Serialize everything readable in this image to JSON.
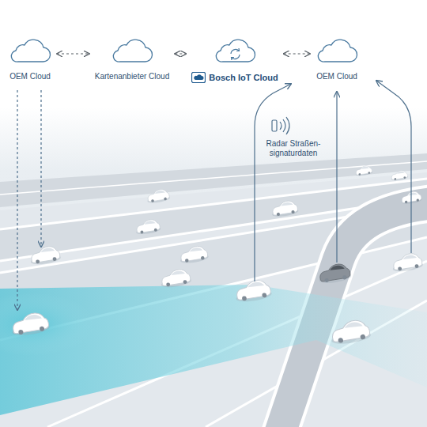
{
  "diagram": {
    "nodes": [
      {
        "text": [
          "OEM Cloud"
        ]
      },
      {
        "text": [
          "Kartenanbieter Cloud"
        ]
      },
      {
        "text": [
          "Bosch IoT Cloud"
        ]
      },
      {
        "text": [
          "OEM Cloud"
        ]
      }
    ],
    "edges": [
      {
        "from": 0,
        "to": 1,
        "arrow": "both"
      },
      {
        "from": 1,
        "to": 2,
        "arrow": "both"
      },
      {
        "from": 2,
        "to": 3,
        "arrow": "both"
      }
    ],
    "labels": [
      "Radar Straßen- signaturdaten"
    ]
  }
}
